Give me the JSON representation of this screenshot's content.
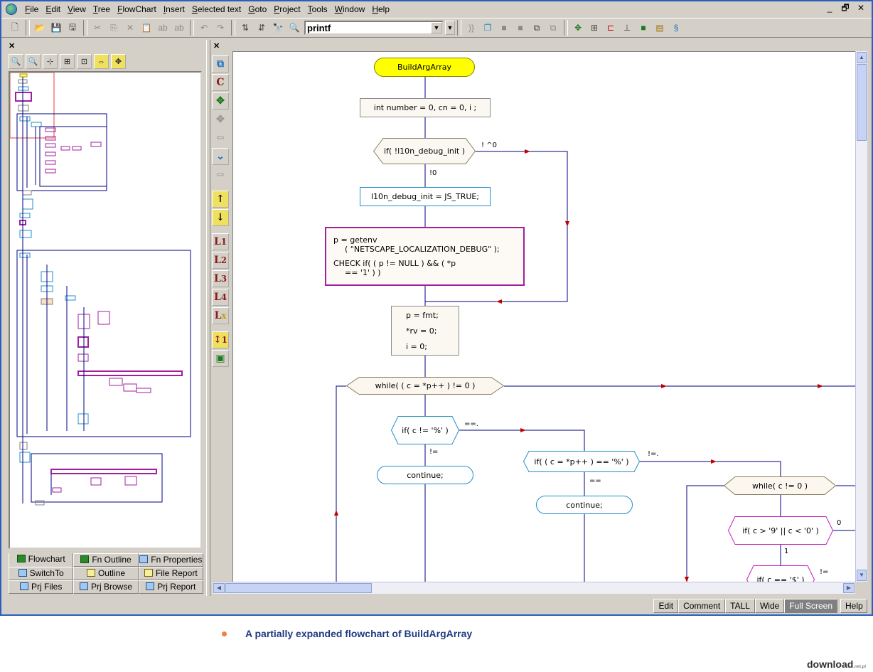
{
  "menu": [
    "File",
    "Edit",
    "View",
    "Tree",
    "FlowChart",
    "Insert",
    "Selected text",
    "Goto",
    "Project",
    "Tools",
    "Window",
    "Help"
  ],
  "window_controls": {
    "minimize": "_",
    "restore": "🗗",
    "close": "✕"
  },
  "search": {
    "value": "printf"
  },
  "left_panel": {
    "tabs_row1": [
      "Flowchart",
      "Fn Outline",
      "Fn Properties"
    ],
    "tabs_row2": [
      "SwitchTo",
      "Outline",
      "File Report"
    ],
    "tabs_row3": [
      "Prj Files",
      "Prj Browse",
      "Prj Report"
    ]
  },
  "vstrip": {
    "l1": "1",
    "l2": "2",
    "l3": "3",
    "l4": "4",
    "lx": "x",
    "c": "C",
    "j1": "1"
  },
  "flowchart": {
    "start": "BuildArgArray",
    "decl": "int  number = 0, cn = 0, i ;",
    "if_debug": "if(  !l10n_debug_init  )",
    "if_debug_true": "! ^0",
    "if_debug_false": "!0",
    "assign_debug": "l10n_debug_init = JS_TRUE;",
    "getenv_line1": "p  =  getenv",
    "getenv_line2": "(  \"NETSCAPE_LOCALIZATION_DEBUG\"  );",
    "check_line1": "CHECK  if(  (  p  !=  NULL  )  &&  (  *p",
    "check_line2": "==  '1'  )  )",
    "init1": "p  =  fmt;",
    "init2": "*rv  =  0;",
    "init3": "i  =  0;",
    "while_main": "while(  (  c  =  *p++  )  !=  0  )",
    "if_percent": "if(  c  !=  '%'  )",
    "if_percent_eq": "==.",
    "if_percent_ne": "!=",
    "continue1": "continue;",
    "if_double": "if(  (  c  =  *p++  )  ==  '%'  )",
    "if_double_ne": "!=.",
    "if_double_eq": "==",
    "continue2": "continue;",
    "while_c": "while(  c  !=  0  )",
    "if_digit": "if(  c  >  '9'  ||  c  <  '0'  )",
    "if_digit_zero": "0",
    "if_digit_one": "1",
    "if_dollar": "if(  c  ==  '$'  )",
    "if_dollar_ne": "!="
  },
  "statusbar": [
    "Edit",
    "Comment",
    "TALL",
    "Wide",
    "Full Screen"
  ],
  "statusbar_active": "Full Screen",
  "statusbar_help": "Help",
  "caption": "A partially expanded flowchart of BuildArgArray",
  "watermark": {
    "main": "download",
    "suffix": ".net.pl"
  },
  "colors": {
    "accent": "#2b5fbf",
    "start_node": "#ffff00",
    "purple": "#a020a0",
    "blue": "#2090c8",
    "arrow": "#c00000",
    "line": "#000080"
  }
}
